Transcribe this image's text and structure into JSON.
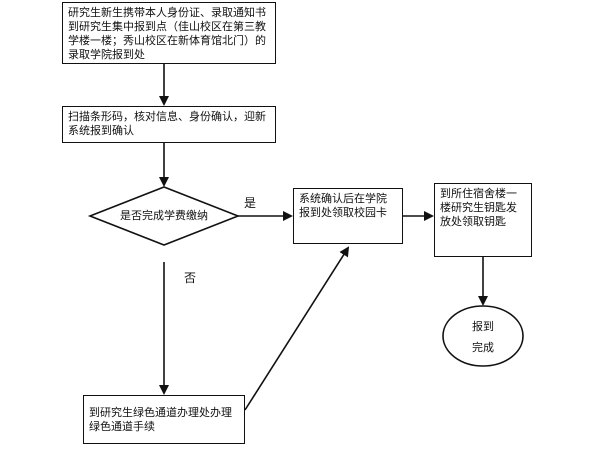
{
  "diagram": {
    "steps": {
      "arrival": "研究生新生携带本人身份证、录取通知书到研究生集中报到点（佳山校区在第三教学楼一楼；秀山校区在新体育馆北门）的录取学院报到处",
      "scan": "扫描条形码，核对信息、身份确认，迎新系统报到确认",
      "decision": "是否完成学费缴纳",
      "campus_card": "系统确认后在学院报到处领取校园卡",
      "keys": "到所住宿舍楼一楼研究生钥匙发放处领取钥匙",
      "green_channel": "到研究生绿色通道办理处办理绿色通道手续",
      "done_line1": "报到",
      "done_line2": "完成"
    },
    "edge_labels": {
      "yes": "是",
      "no": "否"
    }
  }
}
